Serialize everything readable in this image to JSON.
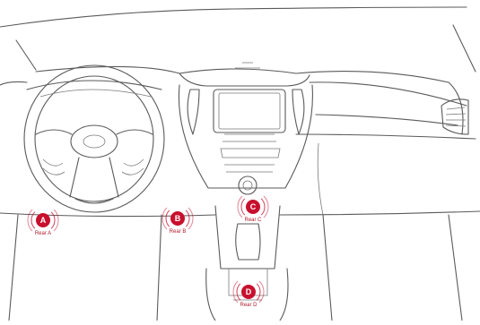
{
  "accent_color": "#c8102e",
  "markers": [
    {
      "id": "A",
      "letter": "A",
      "label": "Rear A"
    },
    {
      "id": "B",
      "letter": "B",
      "label": "Rear B"
    },
    {
      "id": "C",
      "letter": "C",
      "label": "Rear C"
    },
    {
      "id": "D",
      "letter": "D",
      "label": "Rear D"
    }
  ]
}
